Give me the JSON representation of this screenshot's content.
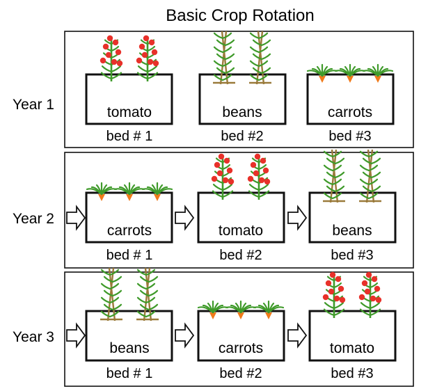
{
  "title": "Basic Crop Rotation",
  "years": [
    {
      "label": "Year 1",
      "beds": [
        {
          "crop": "tomato",
          "bed": "bed # 1"
        },
        {
          "crop": "beans",
          "bed": "bed #2"
        },
        {
          "crop": "carrots",
          "bed": "bed #3"
        }
      ]
    },
    {
      "label": "Year 2",
      "beds": [
        {
          "crop": "carrots",
          "bed": "bed # 1"
        },
        {
          "crop": "tomato",
          "bed": "bed #2"
        },
        {
          "crop": "beans",
          "bed": "bed #3"
        }
      ]
    },
    {
      "label": "Year 3",
      "beds": [
        {
          "crop": "beans",
          "bed": "bed # 1"
        },
        {
          "crop": "carrots",
          "bed": "bed #2"
        },
        {
          "crop": "tomato",
          "bed": "bed #3"
        }
      ]
    }
  ],
  "colors": {
    "tomato_fruit": "#e8312a",
    "leaf": "#3f9a2a",
    "stake": "#9a7a3a",
    "carrot_root": "#f07a1a"
  }
}
